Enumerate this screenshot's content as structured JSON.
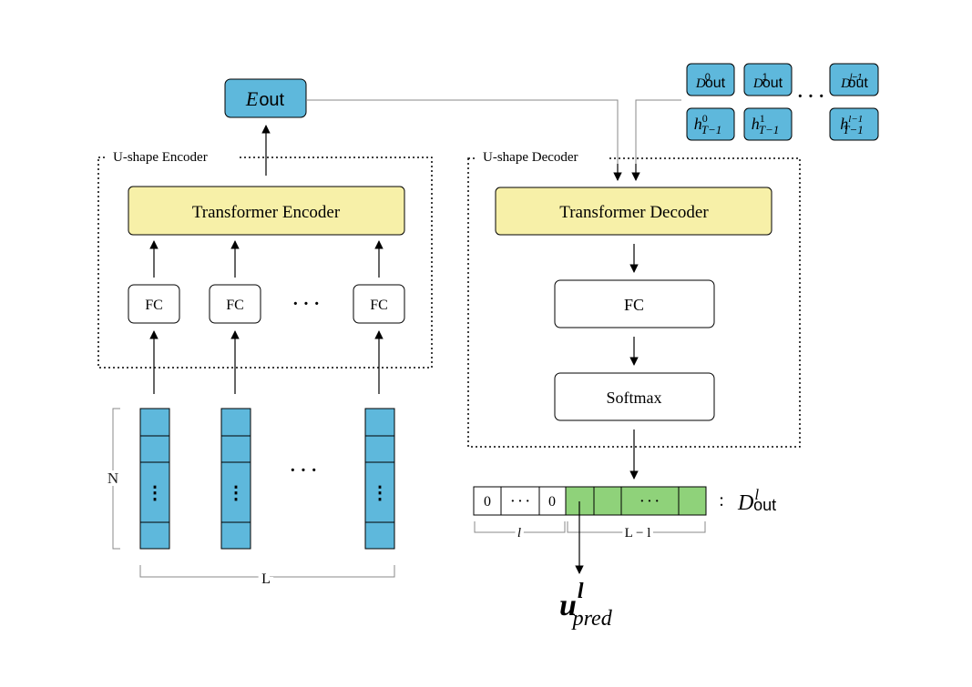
{
  "encoder": {
    "group_label": "U-shape Encoder",
    "block_label": "Transformer Encoder",
    "fc_label": "FC",
    "dots": "· · ·",
    "output": {
      "base": "E",
      "sub": "out"
    }
  },
  "decoder": {
    "group_label": "U-shape Decoder",
    "block_label": "Transformer Decoder",
    "fc_label": "FC",
    "softmax_label": "Softmax"
  },
  "memory_inputs": {
    "d_base": "D",
    "d_sub": "out",
    "d_sups": [
      "0",
      "1",
      "l−1"
    ],
    "h_base": "h",
    "h_sub": "T−1",
    "h_sups": [
      "0",
      "1",
      "l−1"
    ],
    "dots": "· · ·"
  },
  "input": {
    "n_label": "N",
    "l_label": "L",
    "col_dots": "⋮",
    "dots": "· · ·"
  },
  "output_vector": {
    "zero_1": "0",
    "mid_dots": "· · ·",
    "zero_2": "0",
    "green_dots": "· · ·",
    "colon": ":",
    "name_base": "D",
    "name_sup": "l",
    "name_sub": "out",
    "brace_left": "l",
    "brace_right": "L − l"
  },
  "prediction": {
    "base": "u",
    "sup": "l",
    "sub": "pred"
  },
  "colors": {
    "blue": "#5eb8dc",
    "yellow": "#f7f0a8",
    "green": "#8fd27a",
    "stroke": "#000000",
    "gray_line": "#888888"
  }
}
